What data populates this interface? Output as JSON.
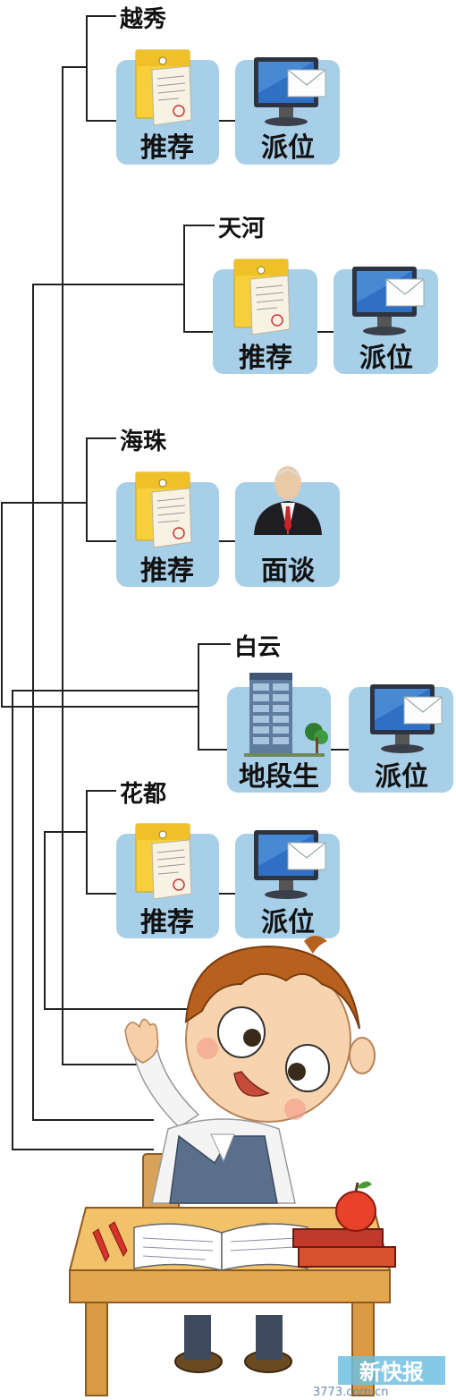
{
  "districts": [
    {
      "name": "越秀",
      "steps": [
        "推荐",
        "派位"
      ]
    },
    {
      "name": "天河",
      "steps": [
        "推荐",
        "派位"
      ]
    },
    {
      "name": "海珠",
      "steps": [
        "推荐",
        "面谈"
      ]
    },
    {
      "name": "白云",
      "steps": [
        "地段生",
        "派位"
      ]
    },
    {
      "name": "花都",
      "steps": [
        "推荐",
        "派位"
      ]
    }
  ],
  "watermark": {
    "brand": "新快报",
    "site": "3773.com.cn"
  },
  "colors": {
    "box": "#a8cfe8",
    "line": "#222222"
  },
  "icons": {
    "recommend": "envelope-document-icon",
    "allocation": "computer-mail-icon",
    "interview": "businessman-icon",
    "local": "office-building-icon"
  }
}
